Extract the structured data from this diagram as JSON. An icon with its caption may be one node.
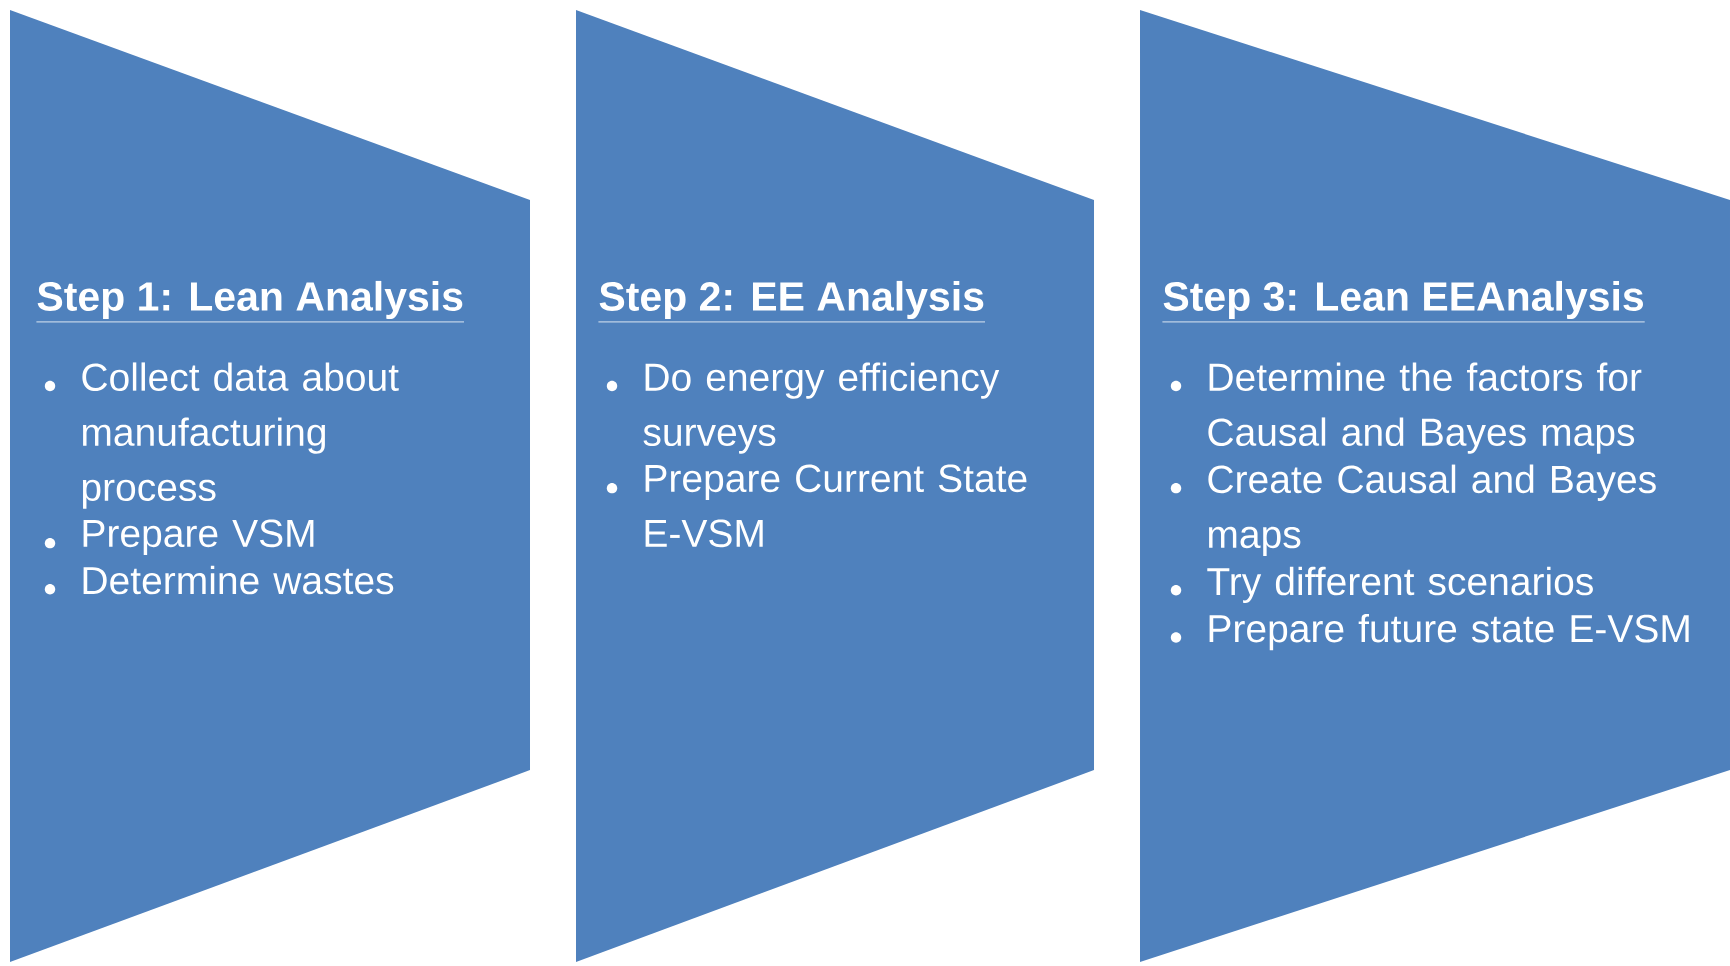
{
  "diagram": {
    "nodes": [
      {
        "text": [
          "Step 1: Lean Analysis",
          "Collect data about manufacturing process",
          "Prepare VSM",
          "Determine wastes"
        ]
      },
      {
        "text": [
          "Step 2: EE Analysis",
          "Do energy efficiency surveys",
          "Prepare Current State E-VSM"
        ]
      },
      {
        "text": [
          "Step 3: Lean EEAnalysis",
          "Determine the factors for Causal and Bayes maps",
          "Create Causal and Bayes maps",
          "Try different scenarios",
          "Prepare future state E-VSM"
        ]
      }
    ]
  }
}
